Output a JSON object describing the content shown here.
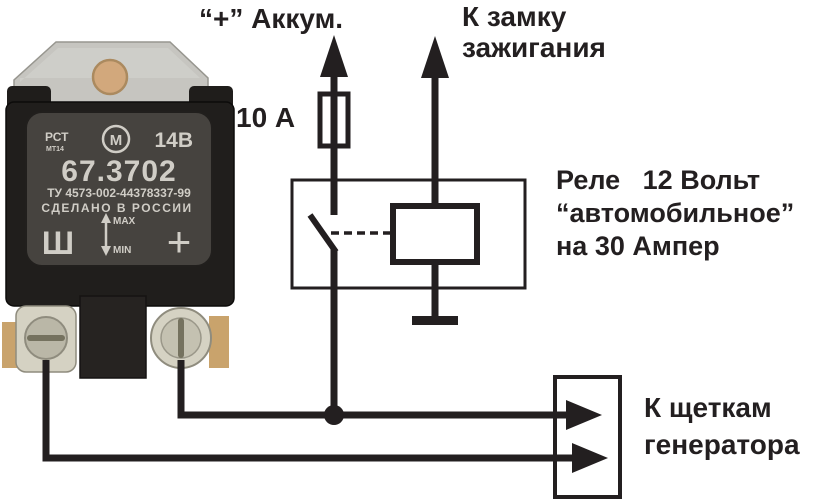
{
  "colors": {
    "ink": "#231f20",
    "background": "#ffffff",
    "device_label_plate": "#46433f",
    "device_label_text": "#d0cdc6",
    "metal_tab": "#c6c5c0",
    "mount_hole": "#d2a87c",
    "terminal_metal": "#d5d2c3"
  },
  "labels": {
    "battery": "“+” Аккум.",
    "ignition": {
      "line1": "К замку",
      "line2": "зажигания"
    },
    "fuse": "10 А",
    "relay": {
      "line1": "Реле   12 Вольт",
      "line2": "“автомобильное”",
      "line3": "на 30 Ампер"
    },
    "generator": {
      "line1": "К щеткам",
      "line2": "генератора"
    }
  },
  "device": {
    "cert_mark": "РСТ",
    "cert_code": "МТ14",
    "logo_letter": "М",
    "voltage_rating": "14В",
    "model": "67.3702",
    "tu_number": "ТУ 4573-002-44378337-99",
    "made_in": "СДЕЛАНО В РОССИИ",
    "adjust_max": "MAX",
    "adjust_min": "MIN",
    "terminal_left": "Ш",
    "terminal_right": "+"
  }
}
